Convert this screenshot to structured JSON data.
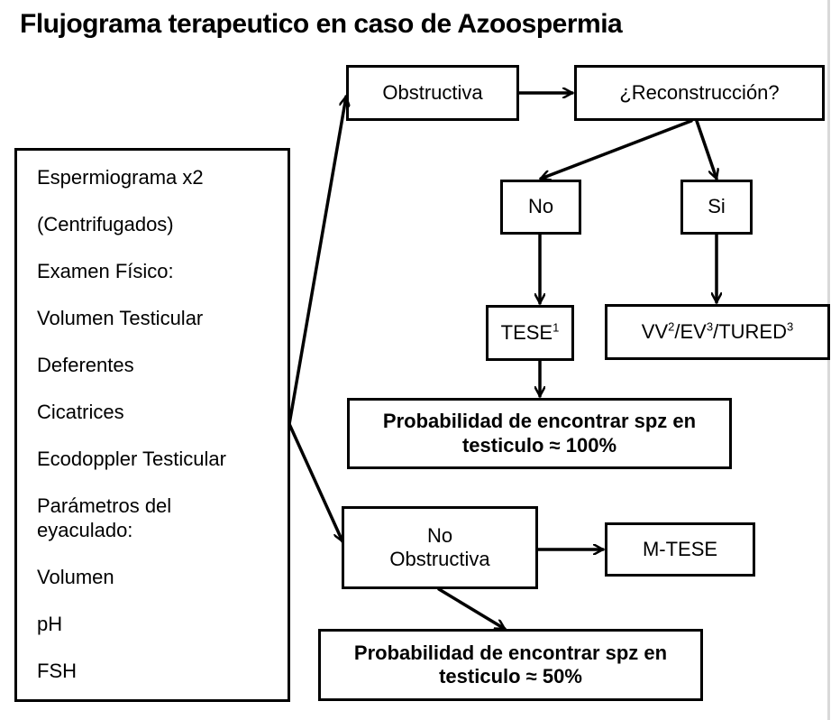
{
  "title": "Flujograma terapeutico en caso de Azoospermia",
  "left_panel": {
    "items": [
      "Espermiograma x2",
      "(Centrifugados)",
      "Examen Físico:",
      "Volumen Testicular",
      "Deferentes",
      "Cicatrices",
      "Ecodoppler Testicular",
      "Parámetros del\neyaculado:",
      "Volumen",
      "pH",
      "FSH"
    ]
  },
  "nodes": {
    "obstructiva": "Obstructiva",
    "reconstruccion": "¿Reconstrucción?",
    "no": "No",
    "si": "Si",
    "tese": {
      "text": "TESE",
      "sup": "1"
    },
    "vv_ev_tured": {
      "parts": [
        {
          "text": "VV",
          "sup": "2"
        },
        {
          "text": "/EV",
          "sup": "3"
        },
        {
          "text": "/TURED",
          "sup": "3"
        }
      ]
    },
    "prob_100": {
      "line1": "Probabilidad de encontrar spz en",
      "line2": "testiculo ≈ 100%"
    },
    "no_obstructiva": {
      "line1": "No",
      "line2": "Obstructiva"
    },
    "m_tese": "M-TESE",
    "prob_50": {
      "line1": "Probabilidad de encontrar spz en",
      "line2": "testiculo ≈ 50%"
    }
  }
}
